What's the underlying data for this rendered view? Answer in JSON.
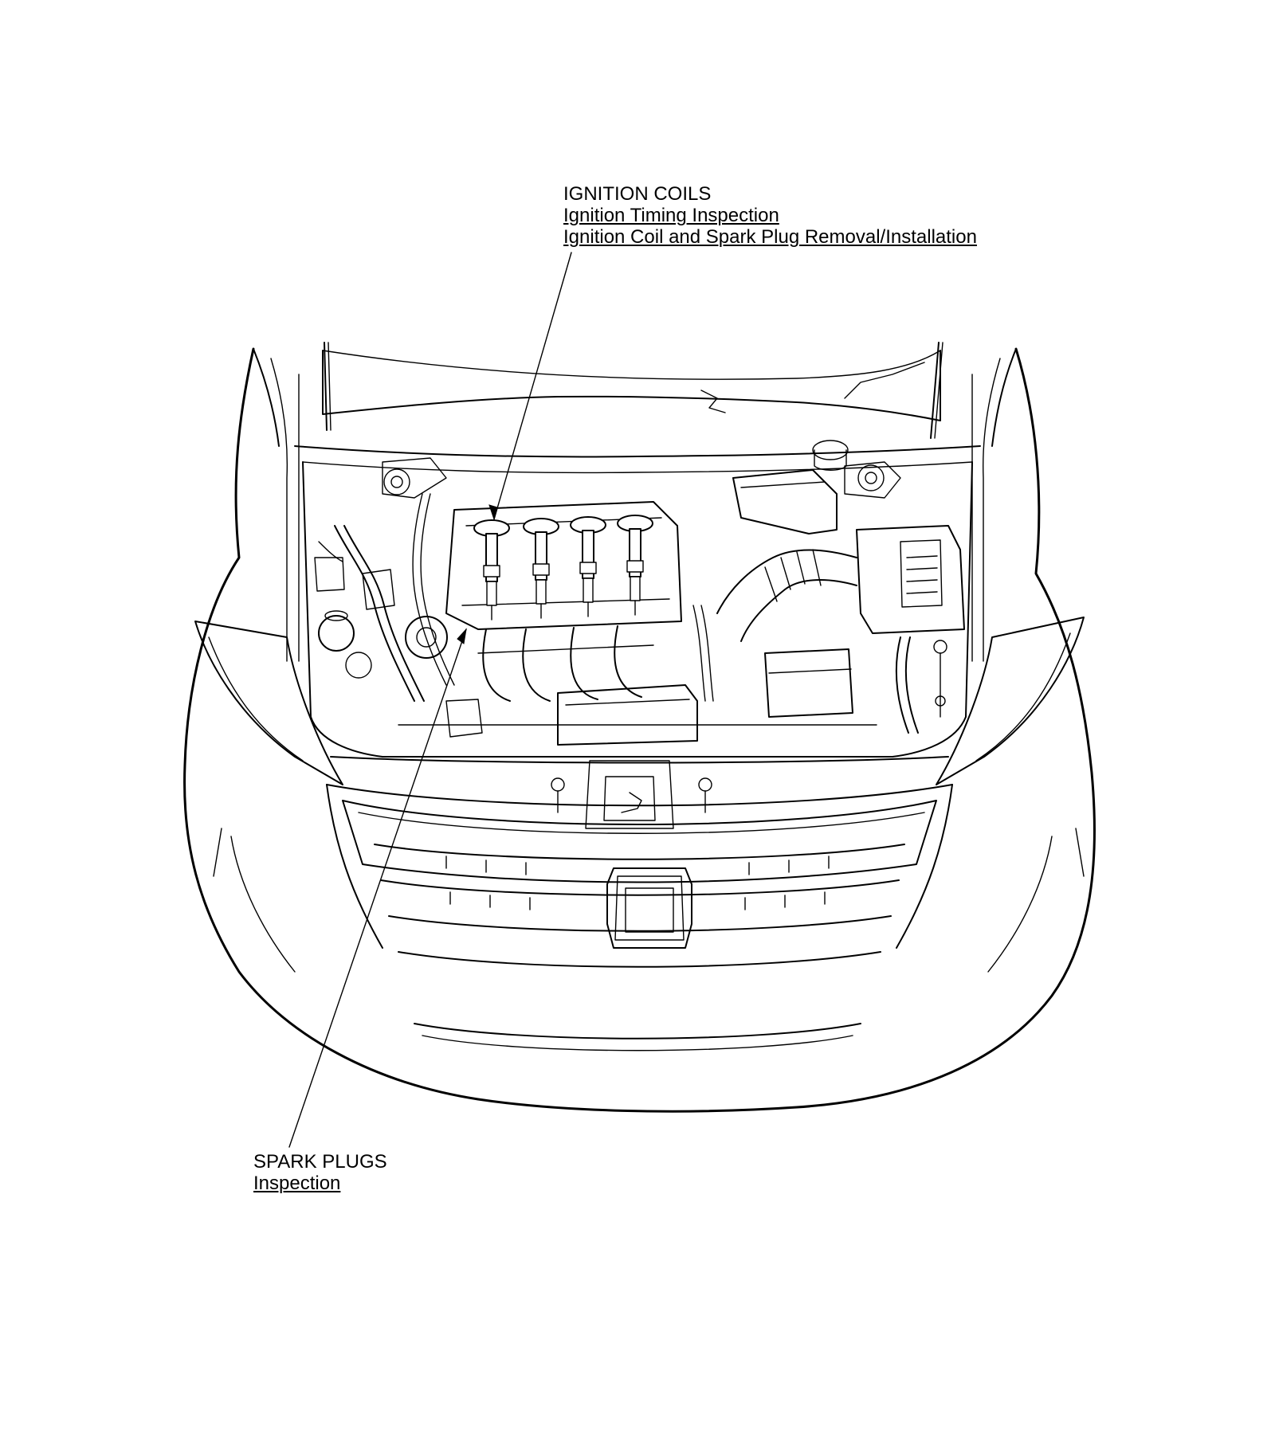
{
  "callouts": {
    "ignition_coils": {
      "heading": "IGNITION COILS",
      "links": [
        "Ignition Timing Inspection",
        "Ignition Coil and Spark Plug Removal/Installation"
      ]
    },
    "spark_plugs": {
      "heading": "SPARK PLUGS",
      "links": [
        "Inspection"
      ]
    }
  }
}
